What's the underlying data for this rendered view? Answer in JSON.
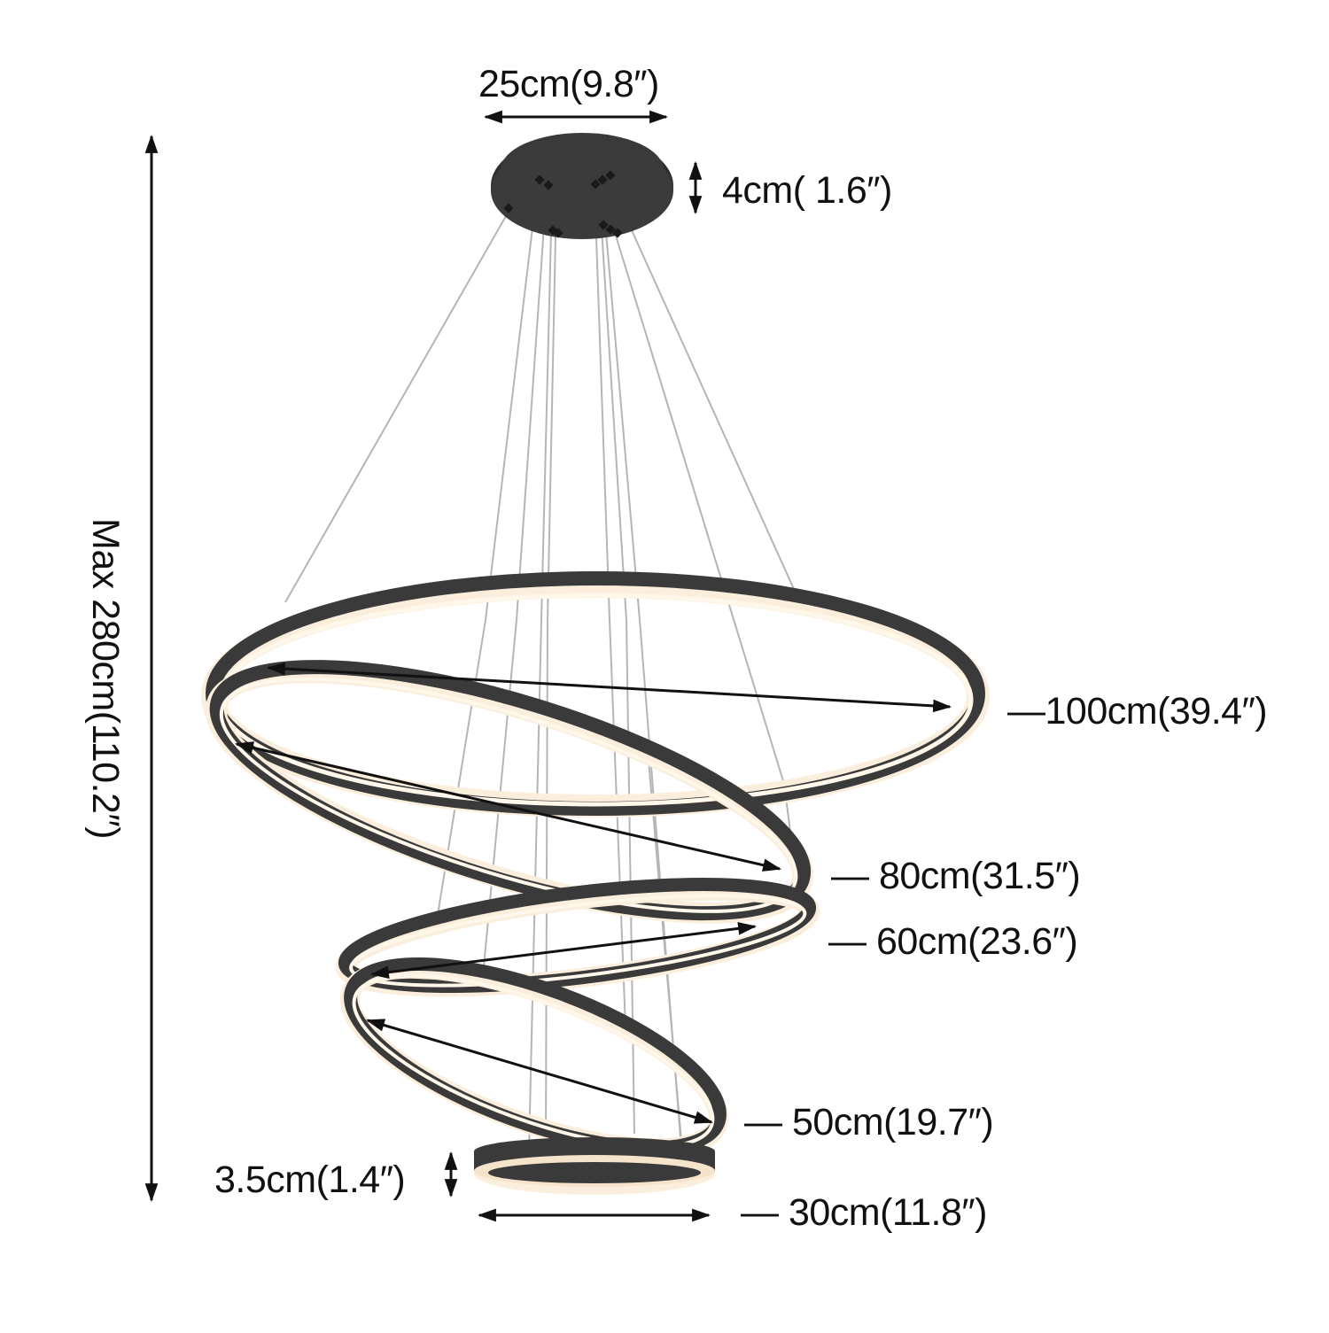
{
  "diagram": {
    "subject": "Multi-ring LED pendant chandelier dimension drawing",
    "colors": {
      "background": "#ffffff",
      "ring_body": "#3a3a3a",
      "ring_light": "#fbeedc",
      "canopy": "#333333",
      "wire": "#b8b8b8",
      "annotation": "#111111"
    },
    "canopy": {
      "width_label": "25cm(9.8″)",
      "height_label": "4cm( 1.6″)"
    },
    "overall_height_label": "Max 280cm(110.2″)",
    "rings": [
      {
        "id": "ring-100",
        "diameter_label": "—100cm(39.4″)"
      },
      {
        "id": "ring-80",
        "diameter_label": "—  80cm(31.5″)"
      },
      {
        "id": "ring-60",
        "diameter_label": "—  60cm(23.6″)"
      },
      {
        "id": "ring-50",
        "diameter_label": "—  50cm(19.7″)"
      },
      {
        "id": "ring-30",
        "diameter_label": "—  30cm(11.8″)"
      }
    ],
    "ring_thickness_label": "3.5cm(1.4″)"
  }
}
